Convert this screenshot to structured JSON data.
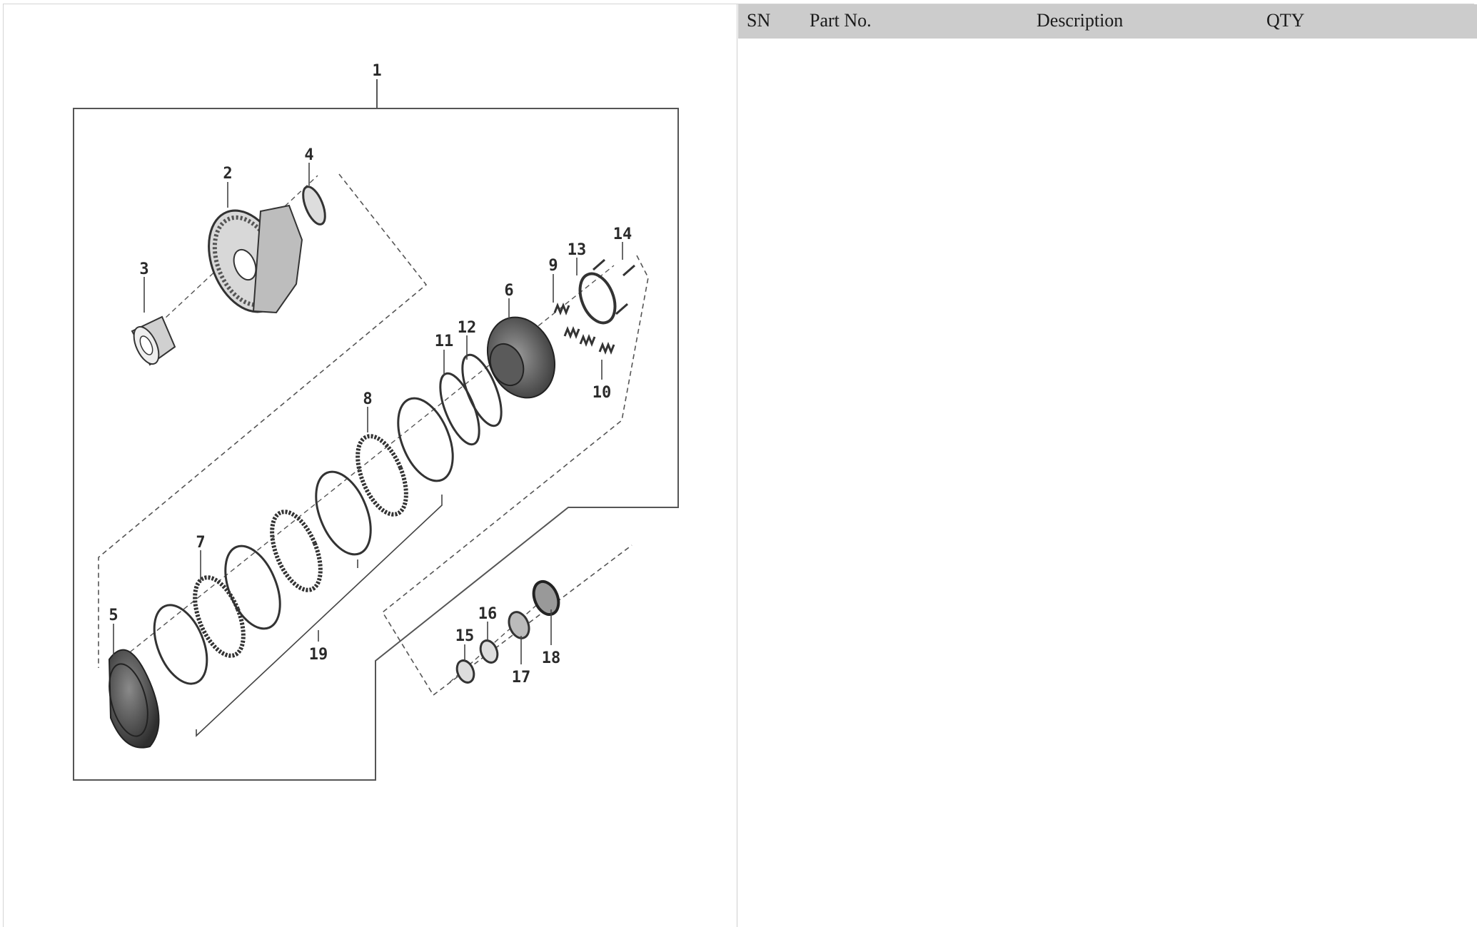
{
  "table": {
    "columns": {
      "sn": "SN",
      "part_no": "Part No.",
      "description": "Description",
      "qty": "QTY"
    },
    "rows": []
  },
  "diagram": {
    "callouts": [
      "1",
      "2",
      "3",
      "4",
      "5",
      "6",
      "7",
      "8",
      "9",
      "10",
      "11",
      "12",
      "13",
      "14",
      "15",
      "16",
      "17",
      "18",
      "19"
    ]
  }
}
